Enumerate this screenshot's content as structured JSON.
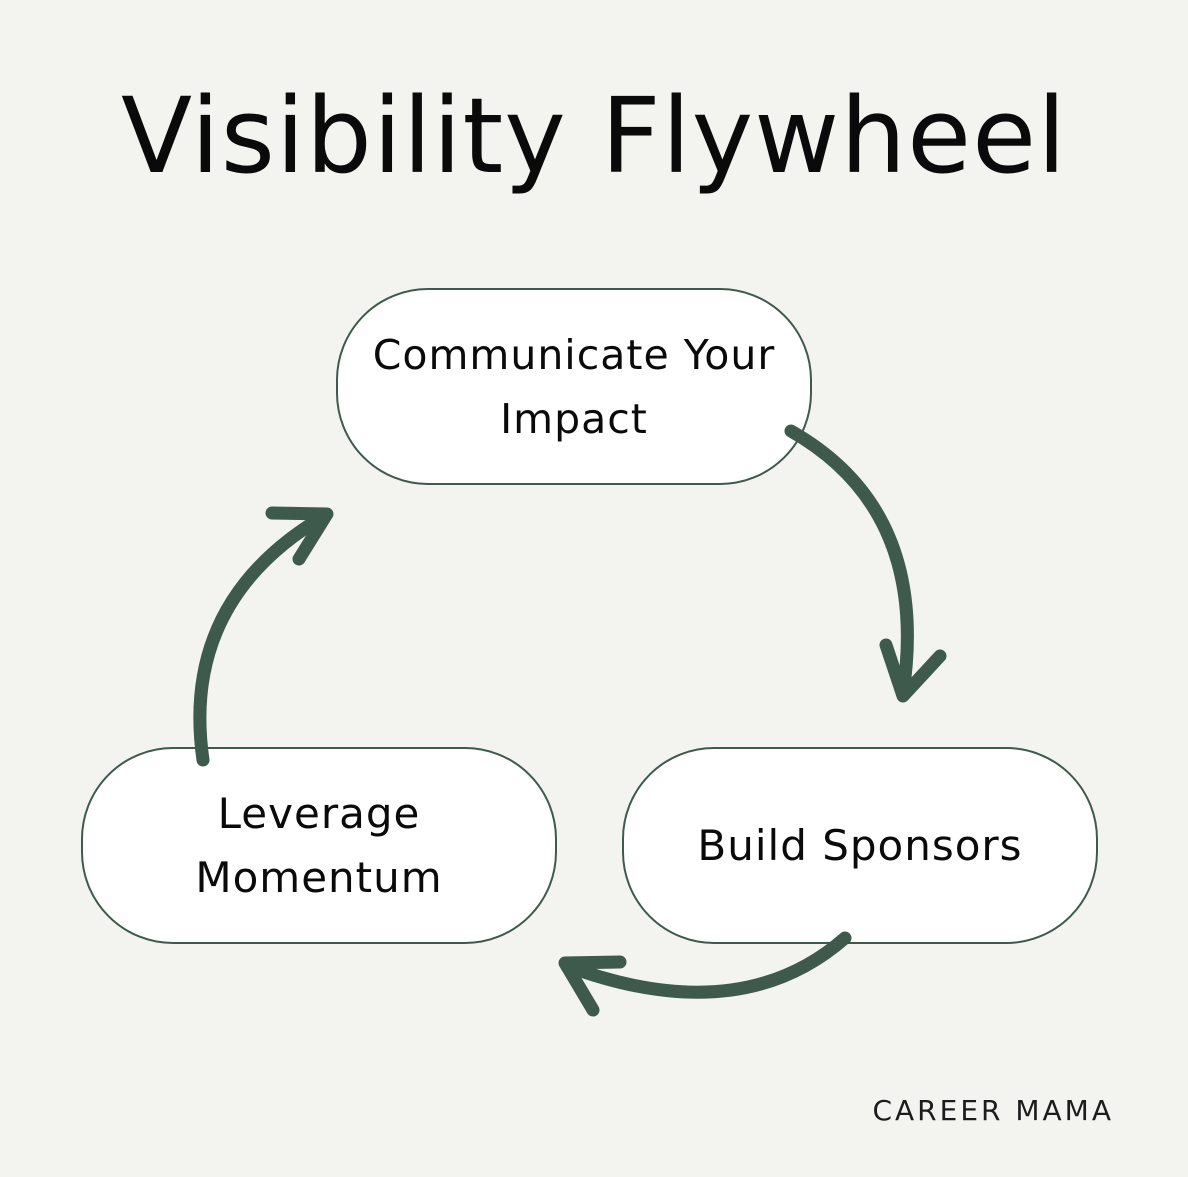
{
  "title": "Visibility Flywheel",
  "colors": {
    "background": "#f3f3ef",
    "node_fill": "#ffffff",
    "accent": "#3d5a4c",
    "text": "#0a0a0a"
  },
  "nodes": [
    {
      "label": "Communicate Your\nImpact"
    },
    {
      "label": "Build Sponsors"
    },
    {
      "label": "Leverage\nMomentum"
    }
  ],
  "edges": [
    {
      "from": "Communicate Your Impact",
      "to": "Build Sponsors",
      "direction": "clockwise"
    },
    {
      "from": "Build Sponsors",
      "to": "Leverage Momentum",
      "direction": "clockwise"
    },
    {
      "from": "Leverage Momentum",
      "to": "Communicate Your Impact",
      "direction": "clockwise"
    }
  ],
  "brand": "CAREER MAMA"
}
